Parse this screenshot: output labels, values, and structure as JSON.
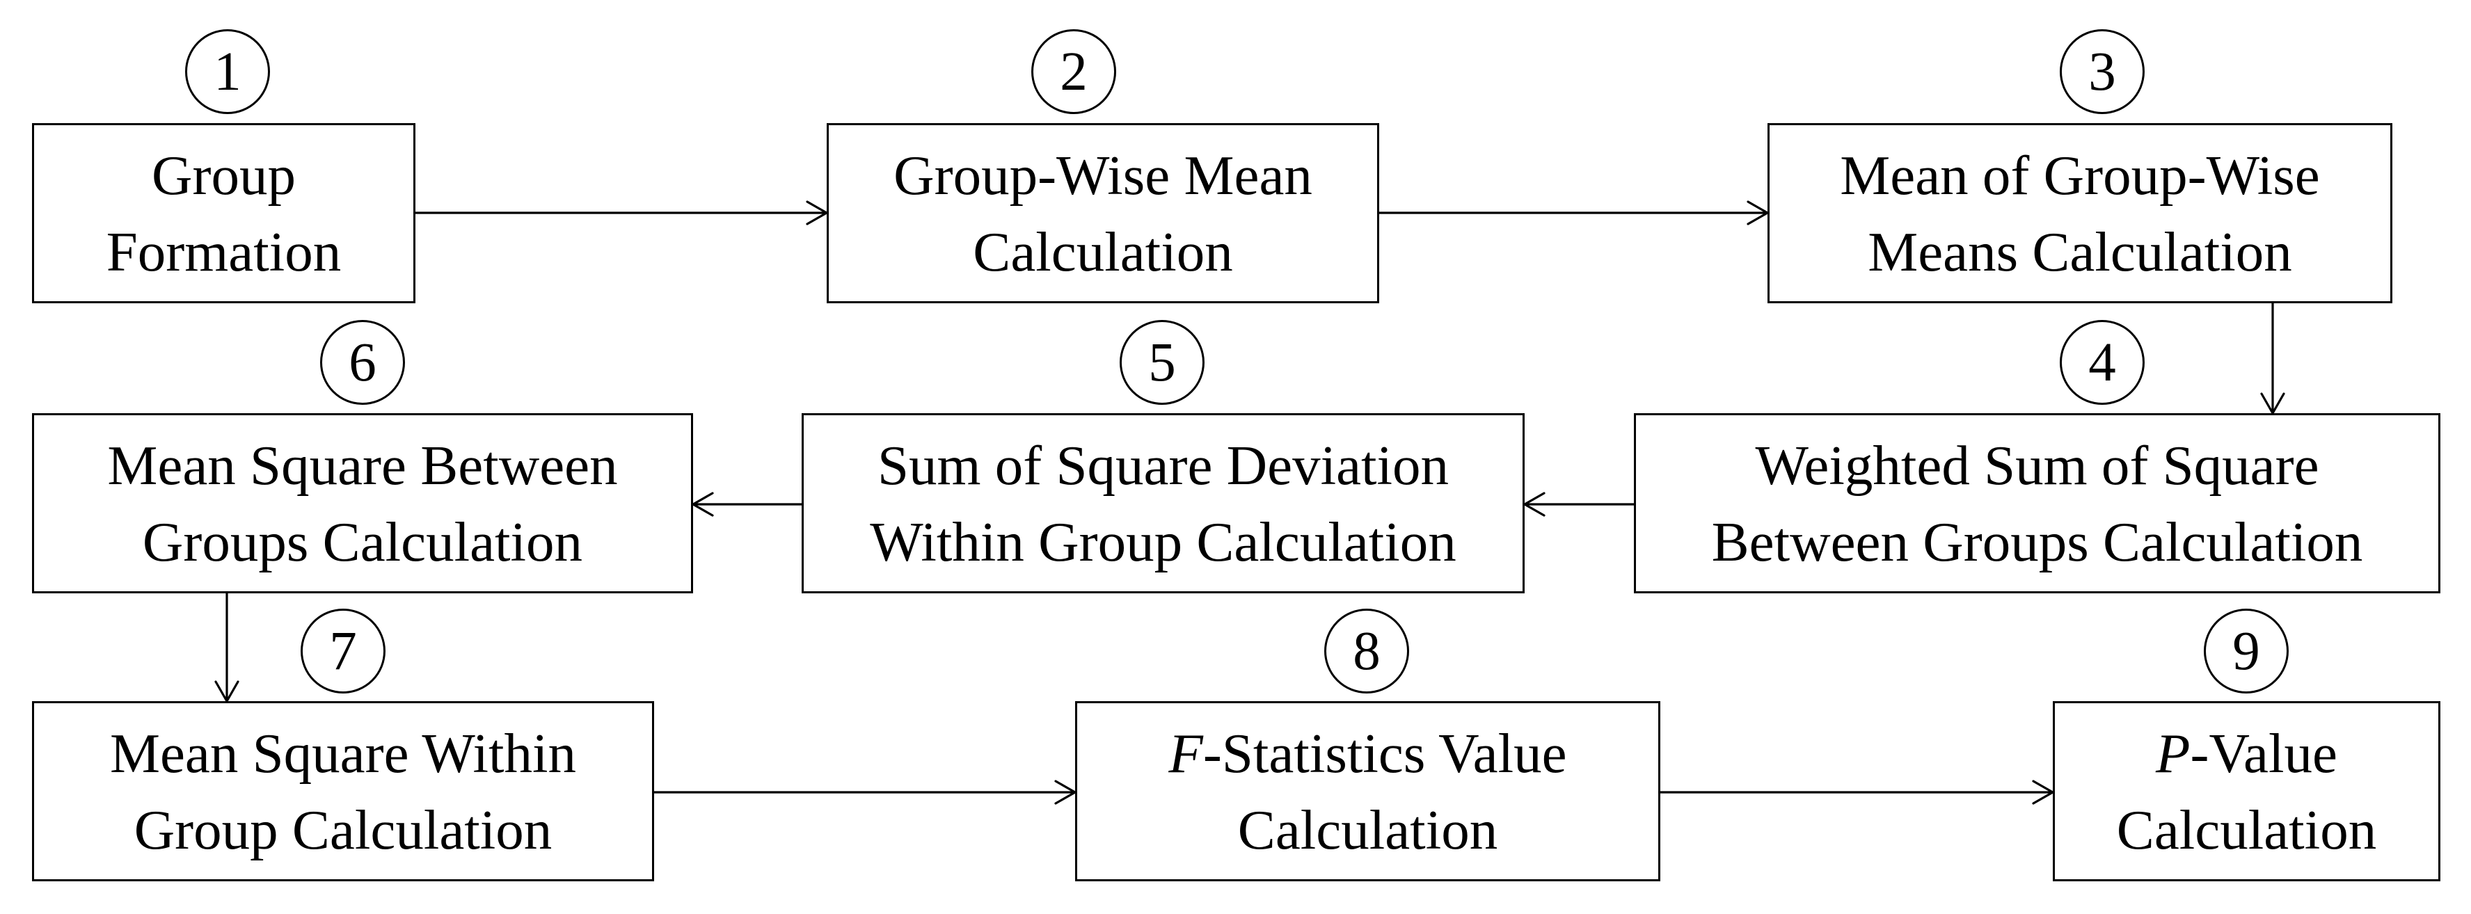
{
  "steps": [
    {
      "number": "1",
      "line1": "Group",
      "line2": "Formation"
    },
    {
      "number": "2",
      "line1": "Group-Wise Mean",
      "line2": "Calculation"
    },
    {
      "number": "3",
      "line1": "Mean of Group-Wise",
      "line2": "Means Calculation"
    },
    {
      "number": "4",
      "line1": "Weighted Sum of Square",
      "line2": "Between Groups Calculation"
    },
    {
      "number": "5",
      "line1": "Sum of Square Deviation",
      "line2": "Within Group Calculation"
    },
    {
      "number": "6",
      "line1": "Mean Square Between",
      "line2": "Groups Calculation"
    },
    {
      "number": "7",
      "line1": "Mean Square Within",
      "line2": "Group Calculation"
    },
    {
      "number": "8",
      "line1_italic": "F",
      "line1_rest": "-Statistics Value",
      "line2": "Calculation"
    },
    {
      "number": "9",
      "line1_italic": "P",
      "line1_rest": "-Value",
      "line2": "Calculation"
    }
  ],
  "colors": {
    "stroke": "#000000",
    "background": "#ffffff"
  }
}
